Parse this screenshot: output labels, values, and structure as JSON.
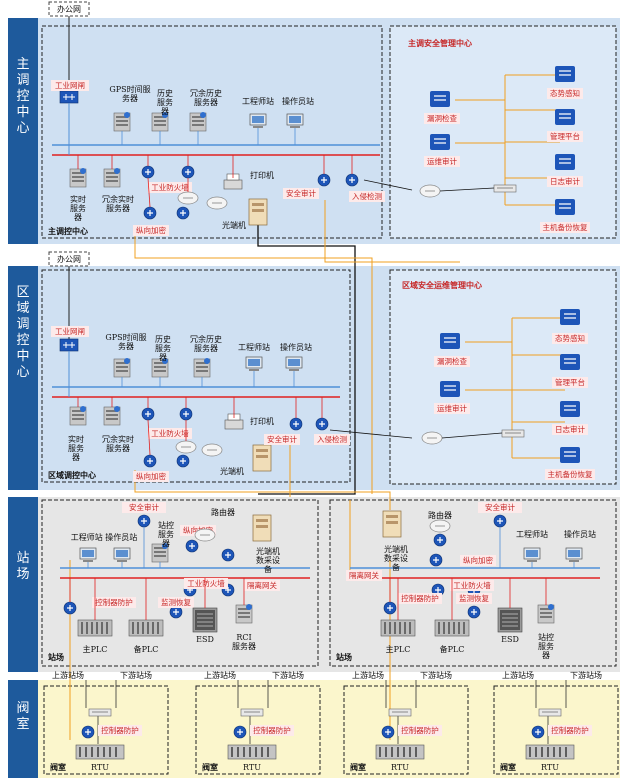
{
  "colors": {
    "accent_blue": "#1e5a9c",
    "bus_red": "#e02020",
    "bus_blue": "#4f8fd8",
    "link_orange": "#f0a020",
    "panel_blue": "#cfe0f2",
    "panel_gray": "#e6e6e6",
    "panel_yellow": "#fbf6cc",
    "tag_red": "#c62828"
  },
  "rows": {
    "main": "主调控中心",
    "regional": "区域调控中心",
    "station": "站场",
    "valve": "阀室"
  },
  "main": {
    "office_net": "办公网",
    "industrial_net": "工业网闸",
    "gps": "GPS时间服务器",
    "history": "历史服务器",
    "history_backup": "冗余历史服务器",
    "engineer": "工程师站",
    "operator": "操作员站",
    "realtime": "实时服务器",
    "realtime_backup": "冗余实时服务器",
    "firewall": "工业防火墙",
    "printer": "打印机",
    "audit": "安全审计",
    "intrusion": "入侵检测",
    "vertical_enc": "纵向加密",
    "optical": "光端机",
    "corner": "主调控中心",
    "security_center": {
      "title": "主调安全管理中心",
      "vuln": "漏洞检查",
      "ops_audit": "运维审计",
      "situation": "态势感知",
      "mgmt": "管理平台",
      "log_audit": "日志审计",
      "backup": "主机备份恢复"
    }
  },
  "regional": {
    "office_net": "办公网",
    "industrial_net": "工业网闸",
    "gps": "GPS时间服务器",
    "history": "历史服务器",
    "history_backup": "冗余历史服务器",
    "engineer": "工程师站",
    "operator": "操作员站",
    "realtime": "实时服务器",
    "realtime_backup": "冗余实时服务器",
    "firewall": "工业防火墙",
    "printer": "打印机",
    "audit": "安全审计",
    "intrusion": "入侵检测",
    "vertical_enc": "纵向加密",
    "optical": "光端机",
    "corner": "区域调控中心",
    "security_center": {
      "title": "区域安全运维管理中心",
      "vuln": "漏洞检查",
      "ops_audit": "运维审计",
      "situation": "态势感知",
      "mgmt": "管理平台",
      "log_audit": "日志审计",
      "backup": "主机备份恢复"
    }
  },
  "station_left": {
    "audit": "安全审计",
    "router": "路由器",
    "engineer_operator": "工程师站 操作员站",
    "station_ctrl": "站控服务器",
    "vertical_enc": "纵向加密",
    "optical": "光端机数采设备",
    "firewall": "工业防火墙",
    "isolation": "隔离网关",
    "ctrl_protect": "控制器防护",
    "monitor": "监测恢复",
    "plc_main": "主PLC",
    "plc_backup": "备PLC",
    "esd": "ESD",
    "rci": "RCI服务器",
    "corner": "站场"
  },
  "station_right": {
    "router": "路由器",
    "audit": "安全审计",
    "engineer": "工程师站",
    "operator": "操作员站",
    "optical": "光端机数采设备",
    "vertical_enc": "纵向加密",
    "isolation": "隔离网关",
    "firewall": "工业防火墙",
    "ctrl_protect": "控制器防护",
    "monitor": "监测恢复",
    "plc_main": "主PLC",
    "plc_backup": "备PLC",
    "esd": "ESD",
    "station_ctrl": "站控服务器",
    "corner": "站场"
  },
  "valve": {
    "upstream": "上游站场",
    "downstream": "下游站场",
    "ctrl_protect": "控制器防护",
    "rtu": "RTU",
    "corner": "阀室"
  }
}
